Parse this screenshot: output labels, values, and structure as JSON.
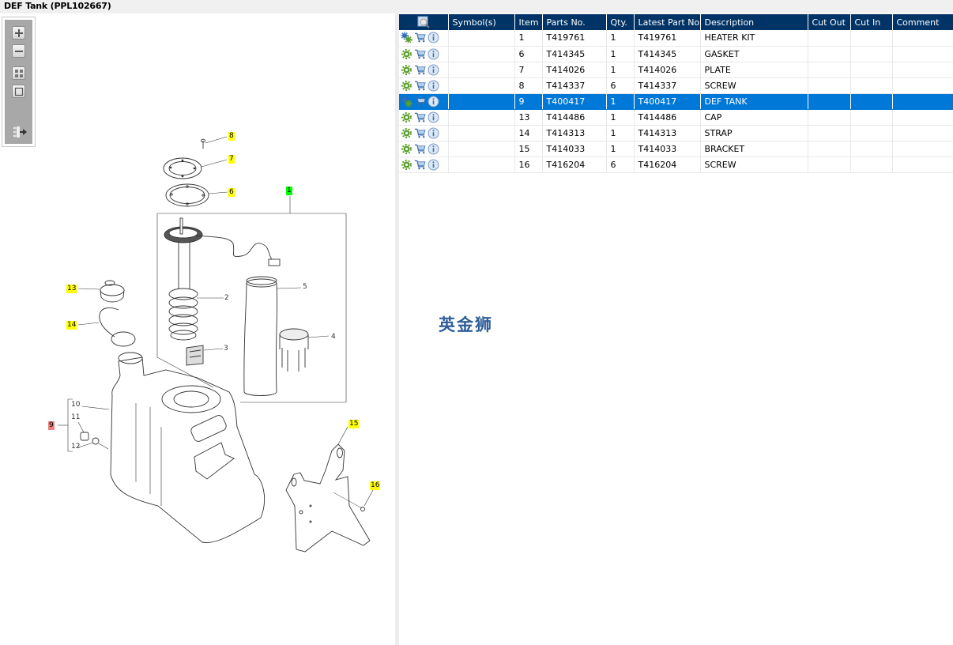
{
  "window": {
    "title": "DEF Tank (PPL102667)"
  },
  "toolbox": {
    "tools": [
      {
        "name": "zoom-in",
        "icon": "zoom-in-icon"
      },
      {
        "name": "zoom-out",
        "icon": "zoom-out-icon"
      },
      {
        "name": "fit-all",
        "icon": "fit-all-icon"
      },
      {
        "name": "actual-size",
        "icon": "actual-size-icon"
      },
      {
        "name": "export-list",
        "icon": "export-list-icon"
      }
    ]
  },
  "diagram": {
    "callouts": [
      {
        "label": "8",
        "style": "yellow"
      },
      {
        "label": "7",
        "style": "yellow"
      },
      {
        "label": "6",
        "style": "yellow"
      },
      {
        "label": "1",
        "style": "green"
      },
      {
        "label": "13",
        "style": "yellow"
      },
      {
        "label": "14",
        "style": "yellow"
      },
      {
        "label": "9",
        "style": "red"
      },
      {
        "label": "15",
        "style": "yellow"
      },
      {
        "label": "16",
        "style": "yellow"
      }
    ],
    "sub_labels": [
      "2",
      "3",
      "4",
      "5",
      "10",
      "11",
      "12"
    ]
  },
  "table": {
    "columns": [
      "",
      "Symbol(s)",
      "Item",
      "Parts No.",
      "Qty.",
      "Latest Part No.",
      "Description",
      "Cut Out",
      "Cut In",
      "Comment"
    ],
    "rows": [
      {
        "kit": true,
        "symbols": "",
        "item": "1",
        "part_no": "T419761",
        "qty": "1",
        "latest": "T419761",
        "desc": "HEATER KIT",
        "cut_out": "",
        "cut_in": "",
        "comment": ""
      },
      {
        "kit": false,
        "symbols": "",
        "item": "6",
        "part_no": "T414345",
        "qty": "1",
        "latest": "T414345",
        "desc": "GASKET",
        "cut_out": "",
        "cut_in": "",
        "comment": ""
      },
      {
        "kit": false,
        "symbols": "",
        "item": "7",
        "part_no": "T414026",
        "qty": "1",
        "latest": "T414026",
        "desc": "PLATE",
        "cut_out": "",
        "cut_in": "",
        "comment": ""
      },
      {
        "kit": false,
        "symbols": "",
        "item": "8",
        "part_no": "T414337",
        "qty": "6",
        "latest": "T414337",
        "desc": "SCREW",
        "cut_out": "",
        "cut_in": "",
        "comment": ""
      },
      {
        "kit": true,
        "symbols": "",
        "item": "9",
        "part_no": "T400417",
        "qty": "1",
        "latest": "T400417",
        "desc": "DEF TANK",
        "cut_out": "",
        "cut_in": "",
        "comment": "",
        "selected": true
      },
      {
        "kit": false,
        "symbols": "",
        "item": "13",
        "part_no": "T414486",
        "qty": "1",
        "latest": "T414486",
        "desc": "CAP",
        "cut_out": "",
        "cut_in": "",
        "comment": ""
      },
      {
        "kit": false,
        "symbols": "",
        "item": "14",
        "part_no": "T414313",
        "qty": "1",
        "latest": "T414313",
        "desc": "STRAP",
        "cut_out": "",
        "cut_in": "",
        "comment": ""
      },
      {
        "kit": false,
        "symbols": "",
        "item": "15",
        "part_no": "T414033",
        "qty": "1",
        "latest": "T414033",
        "desc": "BRACKET",
        "cut_out": "",
        "cut_in": "",
        "comment": ""
      },
      {
        "kit": false,
        "symbols": "",
        "item": "16",
        "part_no": "T416204",
        "qty": "6",
        "latest": "T416204",
        "desc": "SCREW",
        "cut_out": "",
        "cut_in": "",
        "comment": ""
      }
    ]
  },
  "watermark": "英金狮",
  "colors": {
    "header_bg": "#003366",
    "selected_row": "#0078d7",
    "callout_yellow": "#ffff00",
    "callout_green": "#00ff00",
    "callout_red": "#f08080"
  }
}
